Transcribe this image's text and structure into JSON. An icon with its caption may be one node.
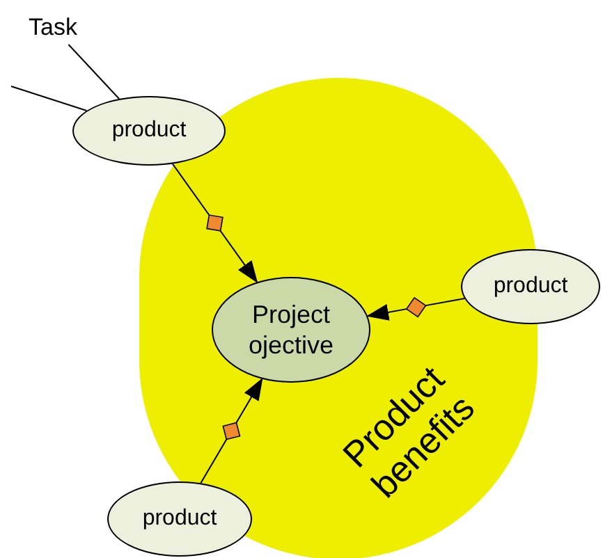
{
  "diagram": {
    "nodes": [
      {
        "text": [
          "Product benefits"
        ]
      },
      {
        "text": [
          "Task"
        ]
      },
      {
        "text": [
          "product"
        ]
      },
      {
        "text": [
          "Project ojective"
        ],
        "in": 0
      },
      {
        "text": [
          "product"
        ]
      },
      {
        "text": [
          "product"
        ]
      }
    ],
    "edges": [
      {
        "from": 1,
        "to": 2,
        "arrow": "none"
      },
      {
        "from": null,
        "to": 2,
        "arrow": "none"
      },
      {
        "from": 2,
        "to": 3,
        "arrow": "to"
      },
      {
        "from": 4,
        "to": 3,
        "arrow": "to"
      },
      {
        "from": 5,
        "to": 3,
        "arrow": "to"
      }
    ]
  }
}
